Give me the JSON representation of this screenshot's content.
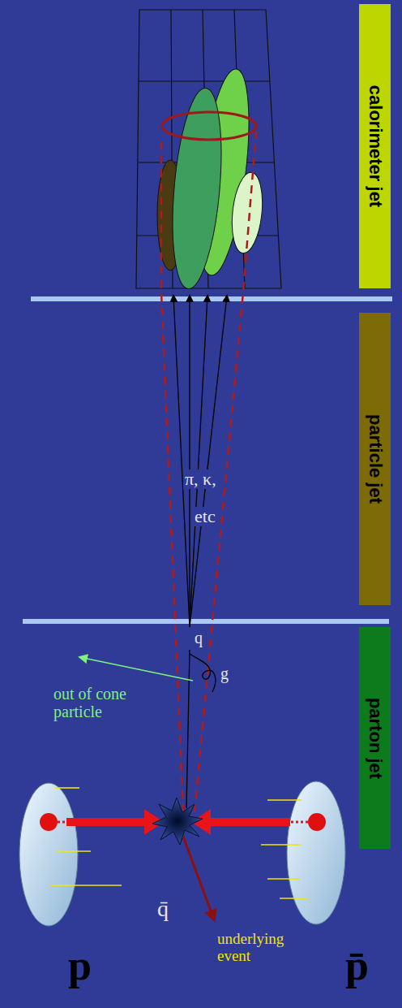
{
  "diagram": {
    "nodes": [
      {
        "text": [
          "calorimeter jet"
        ]
      },
      {
        "text": [
          "particle jet"
        ]
      },
      {
        "text": [
          "parton jet"
        ]
      }
    ],
    "edges": [],
    "labels": [
      "π, κ,",
      "etc",
      "q",
      "g",
      "out of cone particle",
      "p",
      "p̄",
      "q̄",
      "underlying event"
    ]
  }
}
